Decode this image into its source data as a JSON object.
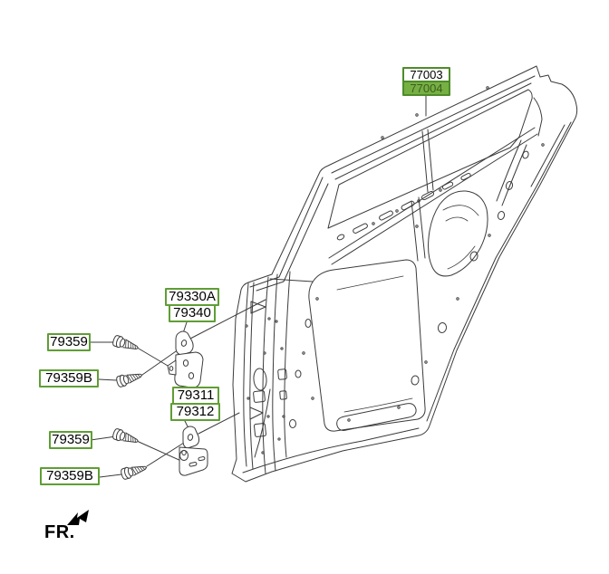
{
  "diagram": {
    "kind": "vehicle-parts-exploded-view",
    "subject": "rear door panel with hinges and mounting bolts",
    "background": "#ffffff",
    "line_color": "#3b3b3b"
  },
  "colors": {
    "highlight_fill": "#76b043",
    "highlight_border": "#4e8c2a",
    "highlight_text": "#3d5c20",
    "label_border": "#5f9e35",
    "label_text": "#000000"
  },
  "parts": {
    "door_panel": {
      "code_primary": "77003",
      "code_secondary": "77004",
      "highlighted": true
    },
    "hinge_upper": {
      "code_primary": "79330A",
      "code_secondary": "79340"
    },
    "hinge_lower": {
      "code_primary": "79311",
      "code_secondary": "79312"
    },
    "bolt_upper_a": {
      "code": "79359"
    },
    "bolt_upper_b": {
      "code": "79359B"
    },
    "bolt_lower_a": {
      "code": "79359"
    },
    "bolt_lower_b": {
      "code": "79359B"
    }
  },
  "orientation": {
    "label": "FR.",
    "icon": "solid-black-bent-arrow-pointing-front-left"
  }
}
